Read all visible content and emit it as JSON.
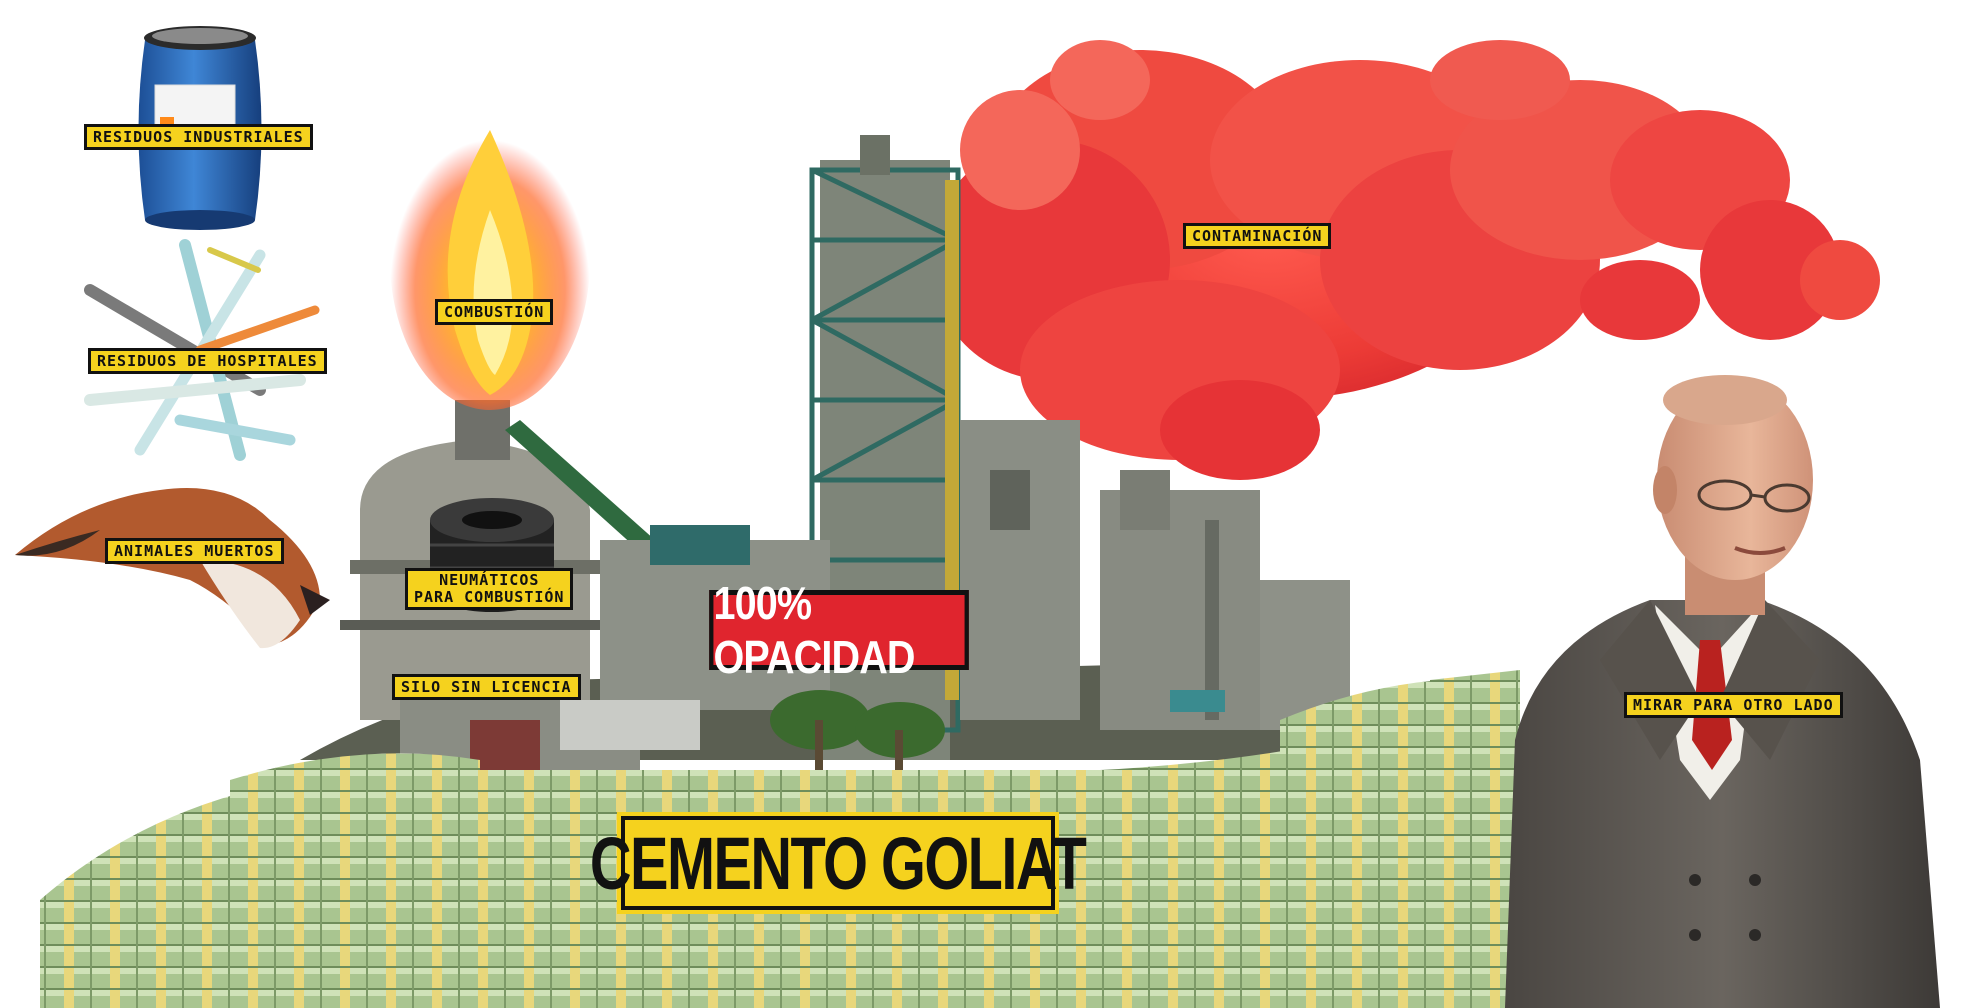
{
  "labels": {
    "industrial_waste": "RESIDUOS INDUSTRIALES",
    "hospital_waste": "RESIDUOS DE HOSPITALES",
    "dead_animals": "ANIMALES MUERTOS",
    "combustion": "COMBUSTIÓN",
    "tires_line1": "NEUMÁTICOS",
    "tires_line2": "PARA COMBUSTIÓN",
    "silo": "SILO SIN LICENCIA",
    "pollution": "CONTAMINACIÓN",
    "look_away": "MIRAR PARA OTRO LADO"
  },
  "badge": {
    "opacity": "100% OPACIDAD"
  },
  "title": "CEMENTO GOLIAT",
  "colors": {
    "tag_yellow": "#f5d21e",
    "badge_red": "#e0252e",
    "smoke_red": "#ec3b36",
    "money_green": "#a7c38d",
    "factory_grey": "#8f938a",
    "steel_teal": "#2f6a62"
  },
  "icons": {
    "barrel": "blue-chemical-barrel",
    "syringes": "syringes",
    "fox": "dead-fox",
    "flame": "flame",
    "tire": "tire-stack",
    "smoke": "red-smoke-cloud",
    "factory": "cement-factory",
    "money": "money-stacks",
    "man": "suited-man"
  }
}
